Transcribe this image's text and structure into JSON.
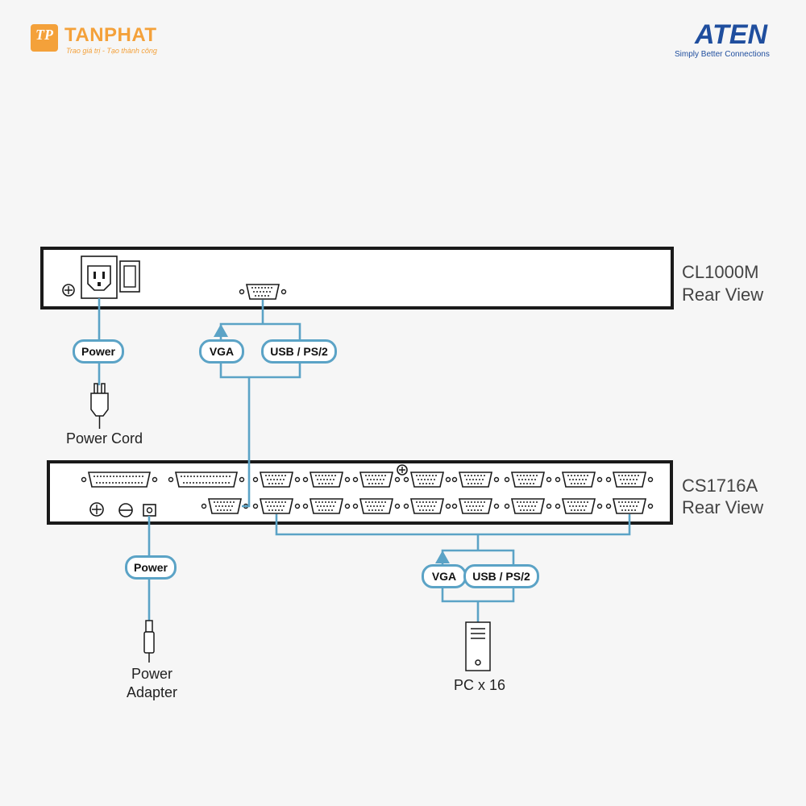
{
  "logos": {
    "left_name": "TANPHAT",
    "left_mark": "TP",
    "left_slogan": "Trao giá trị - Tạo thành công",
    "right_name": "ATEN",
    "right_slogan": "Simply Better Connections"
  },
  "devices": {
    "top_model": "CL1000M",
    "top_view": "Rear View",
    "bottom_model": "CS1716A",
    "bottom_view": "Rear View"
  },
  "labels": {
    "power_top": "Power",
    "vga_top": "VGA",
    "usb_top": "USB / PS/2",
    "power_cord": "Power Cord",
    "power_bottom": "Power",
    "vga_bottom": "VGA",
    "usb_bottom": "USB / PS/2",
    "power_adapter_1": "Power",
    "power_adapter_2": "Adapter",
    "pc": "PC x 16"
  },
  "colors": {
    "cable": "#5ba3c6",
    "device": "#1a1a1a",
    "brand_tanphat": "#f4a13a",
    "brand_aten": "#1f4e9e"
  }
}
